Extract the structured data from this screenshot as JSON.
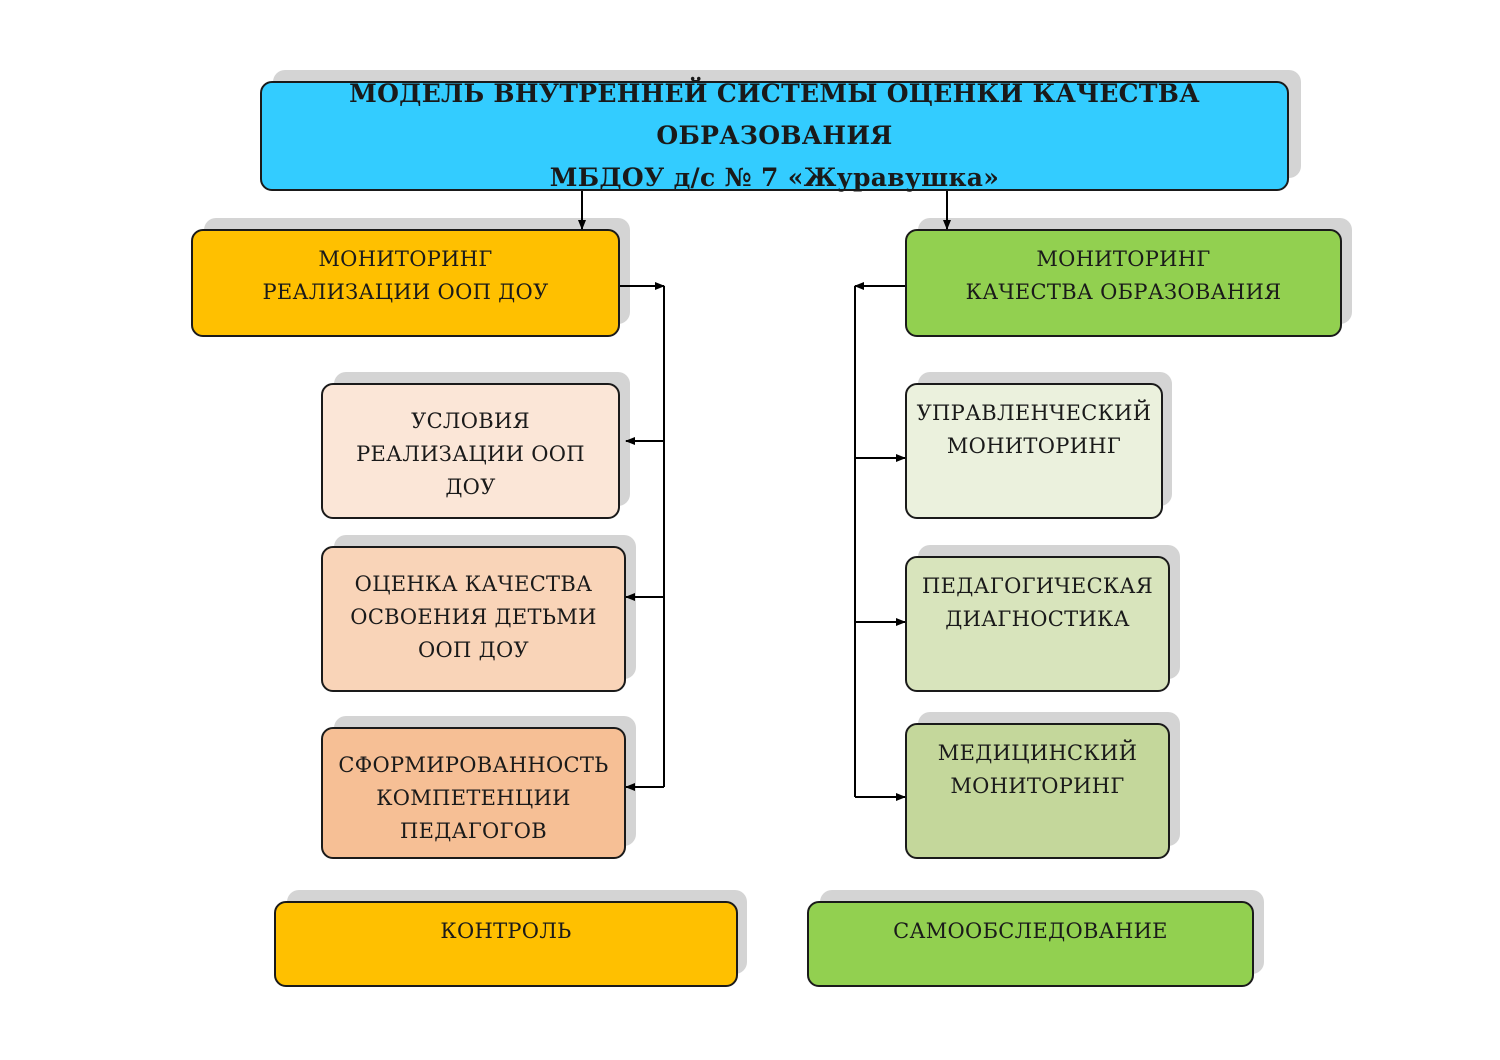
{
  "title": {
    "line1": "МОДЕЛЬ ВНУТРЕННЕЙ СИСТЕМЫ ОЦЕНКИ КАЧЕСТВА ОБРАЗОВАНИЯ",
    "line2": "МБДОУ д/с № 7 «Журавушка»"
  },
  "left": {
    "header": {
      "line1": "МОНИТОРИНГ",
      "line2": "РЕАЛИЗАЦИИ ООП ДОУ"
    },
    "items": [
      {
        "line1": "УСЛОВИЯ",
        "line2": "РЕАЛИЗАЦИИ ООП",
        "line3": "ДОУ"
      },
      {
        "line1": "ОЦЕНКА КАЧЕСТВА",
        "line2": "ОСВОЕНИЯ ДЕТЬМИ",
        "line3": "ООП ДОУ"
      },
      {
        "line1": "СФОРМИРОВАННОСТЬ",
        "line2": "КОМПЕТЕНЦИИ",
        "line3": "ПЕДАГОГОВ"
      }
    ],
    "footer": "КОНТРОЛЬ"
  },
  "right": {
    "header": {
      "line1": "МОНИТОРИНГ",
      "line2": "КАЧЕСТВА ОБРАЗОВАНИЯ"
    },
    "items": [
      {
        "line1": "УПРАВЛЕНЧЕСКИЙ",
        "line2": "МОНИТОРИНГ"
      },
      {
        "line1": "ПЕДАГОГИЧЕСКАЯ",
        "line2": "ДИАГНОСТИКА"
      },
      {
        "line1": "МЕДИЦИНСКИЙ",
        "line2": "МОНИТОРИНГ"
      }
    ],
    "footer": "САМООБСЛЕДОВАНИЕ"
  },
  "colors": {
    "title": "#33ccff",
    "left_header": "#ffc000",
    "left_item_1": "#fbe6d7",
    "left_item_2": "#f9d4b8",
    "left_item_3": "#f6bf95",
    "right_header": "#92d050",
    "right_item_1": "#ebf1dd",
    "right_item_2": "#d8e4bc",
    "right_item_3": "#c4d79b",
    "footer_left": "#ffc000",
    "footer_right": "#92d050"
  }
}
